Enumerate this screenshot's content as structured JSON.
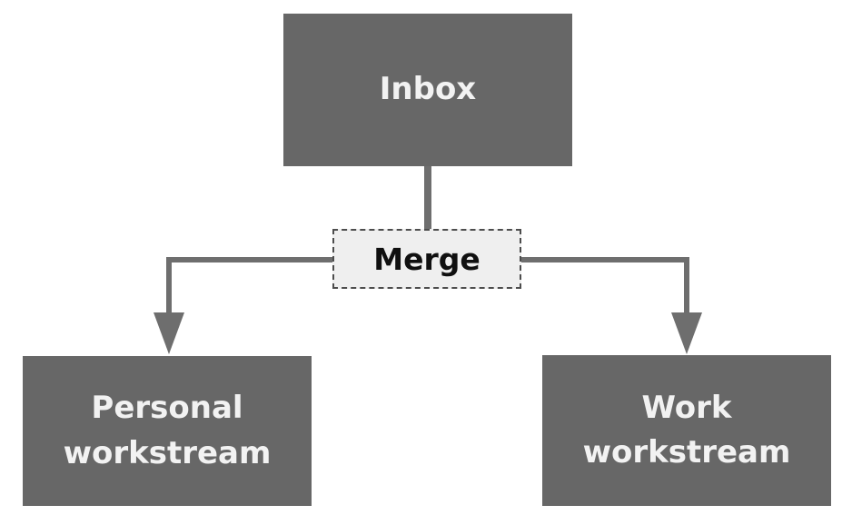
{
  "diagram": {
    "type": "flowchart",
    "nodes": {
      "inbox": {
        "label": "Inbox",
        "style": "solid-gray-box"
      },
      "merge": {
        "label": "Merge",
        "style": "dashed-light-box"
      },
      "personal": {
        "label": "Personal workstream",
        "style": "solid-gray-box"
      },
      "work": {
        "label": "Work workstream",
        "style": "solid-gray-box"
      }
    },
    "edges": [
      {
        "from": "inbox",
        "to": "merge",
        "arrow": false
      },
      {
        "from": "merge",
        "to": "personal",
        "arrow": true
      },
      {
        "from": "merge",
        "to": "work",
        "arrow": true
      }
    ],
    "colors": {
      "background": "#ffffff",
      "node_fill": "#676767",
      "node_text": "#f2f2f2",
      "merge_fill": "#efefef",
      "merge_border": "#4d4d4d",
      "merge_text": "#101010",
      "connector": "#6e6e6e"
    }
  }
}
